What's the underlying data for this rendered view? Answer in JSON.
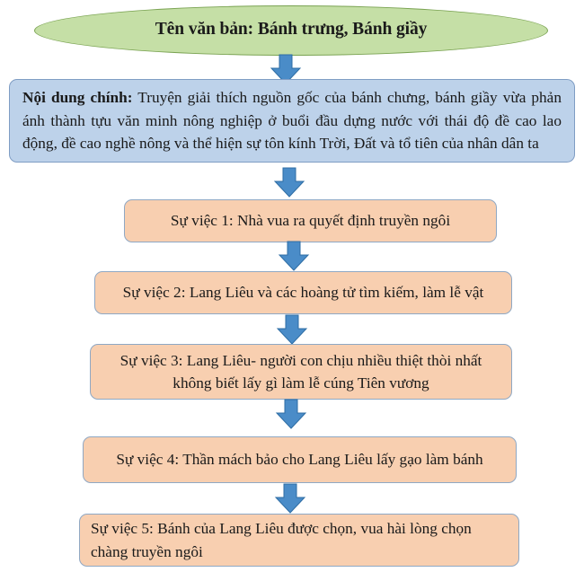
{
  "diagram": {
    "title_node": {
      "label": "Tên văn bản: Bánh trưng, Bánh giầy",
      "shape": "ellipse",
      "fill_color": "#c5dfa6",
      "border_color": "#7aa352"
    },
    "summary_node": {
      "lead_label": "Nội dung chính:",
      "body": " Truyện giải thích nguồn gốc của bánh chưng, bánh giầy vừa phản ánh thành tựu văn minh nông nghiệp ở buổi đầu dựng nước với thái độ đề cao lao động, đề cao nghề nông và thể hiện sự tôn kính Trời, Đất và tổ tiên của nhân dân ta",
      "shape": "rounded-rectangle",
      "fill_color": "#bdd2ea",
      "border_color": "#7f9dc4"
    },
    "event_nodes": [
      {
        "label": "Sự việc 1: Nhà vua ra quyết định truyền ngôi",
        "line2": "",
        "align": "center"
      },
      {
        "label": "Sự việc 2: Lang Liêu và các hoàng tử tìm kiếm, làm lễ vật",
        "line2": "",
        "align": "center"
      },
      {
        "label": "Sự việc 3: Lang Liêu- người con chịu nhiều thiệt thòi nhất",
        "line2": "không biết lấy gì làm lễ cúng Tiên vương",
        "align": "center"
      },
      {
        "label": "Sự việc 4: Thần mách bảo cho Lang Liêu lấy gạo làm bánh",
        "line2": "",
        "align": "center"
      },
      {
        "label": "Sự việc 5: Bánh của Lang Liêu được chọn, vua hài lòng chọn",
        "line2": "chàng truyền ngôi",
        "align": "justify"
      }
    ],
    "event_node_style": {
      "fill_color": "#f8cfb0",
      "border_color": "#8fa8c4"
    },
    "connectors": {
      "count": 6,
      "icon": "down-arrow-icon",
      "fill_color": "#4a8cc8",
      "border_color": "#2e6da4",
      "direction": "down"
    }
  }
}
